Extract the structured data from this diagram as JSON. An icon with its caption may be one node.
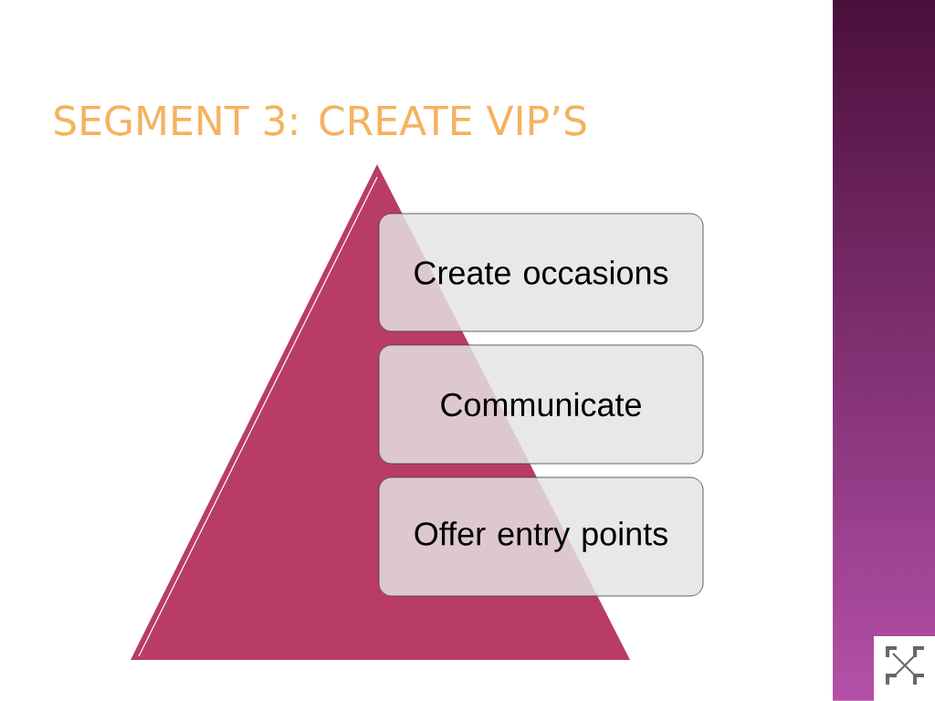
{
  "diagram": {
    "title": "SEGMENT 3: CREATE VIP’S",
    "nodes": [
      {
        "text": [],
        "shape": "triangle"
      },
      {
        "text": [
          "Create occasions"
        ]
      },
      {
        "text": [
          "Communicate"
        ]
      },
      {
        "text": [
          "Offer entry points"
        ]
      }
    ]
  }
}
